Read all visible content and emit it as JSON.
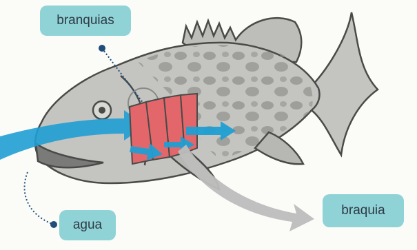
{
  "labels": {
    "gills": "branquias",
    "water": "agua",
    "braquia": "braquia"
  },
  "colors": {
    "label_bg": "#8fd3d6",
    "water_blue": "#1f9fd3",
    "gill_red": "#e3676a",
    "fish_gray": "#c4c4c1",
    "fish_spots": "#8f8f8c",
    "outline": "#4a4a48",
    "outflow_gray": "#bdbdbd",
    "leader_dot": "#1f4e7a"
  }
}
